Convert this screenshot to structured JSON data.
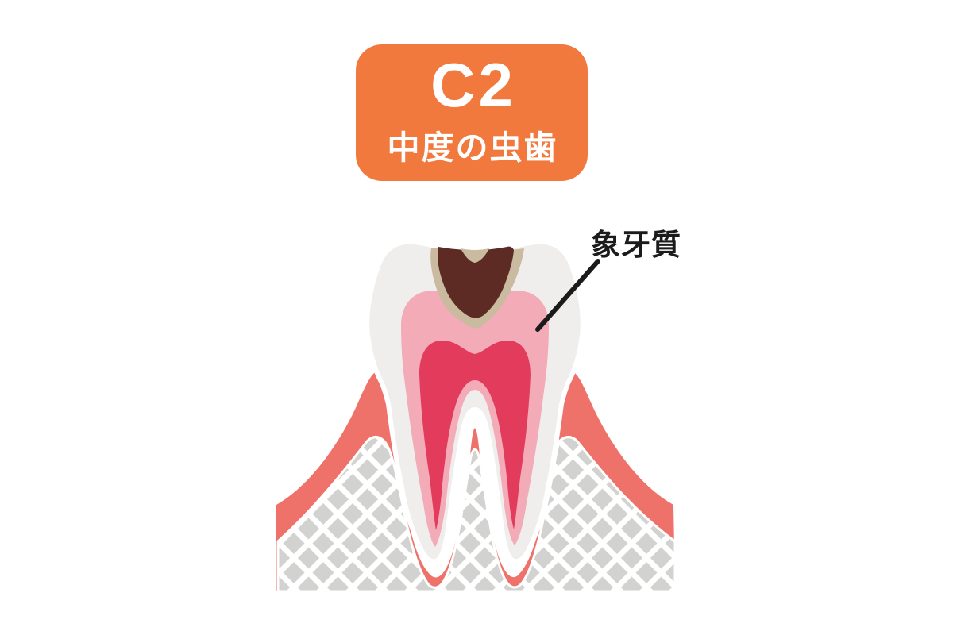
{
  "page": {
    "background": "#ffffff"
  },
  "badge": {
    "stage_label": "C2",
    "subtitle": "中度の虫歯",
    "background": "#f2793d",
    "text_color": "#ffffff"
  },
  "annotation": {
    "dentin_label": "象牙質",
    "text_color": "#1b1b1b",
    "line_color": "#1b1b1b"
  },
  "tooth": {
    "colors": {
      "enamel": "#f0eeec",
      "dentin": "#f2abb7",
      "pulp": "#e23b5b",
      "cavity": "#5d2b23",
      "decay_border": "#c9baa0",
      "gum": "#ef726a",
      "bone_fill": "#d2d2d0",
      "lattice_line": "#ffffff",
      "outline": "#ffffff"
    }
  }
}
